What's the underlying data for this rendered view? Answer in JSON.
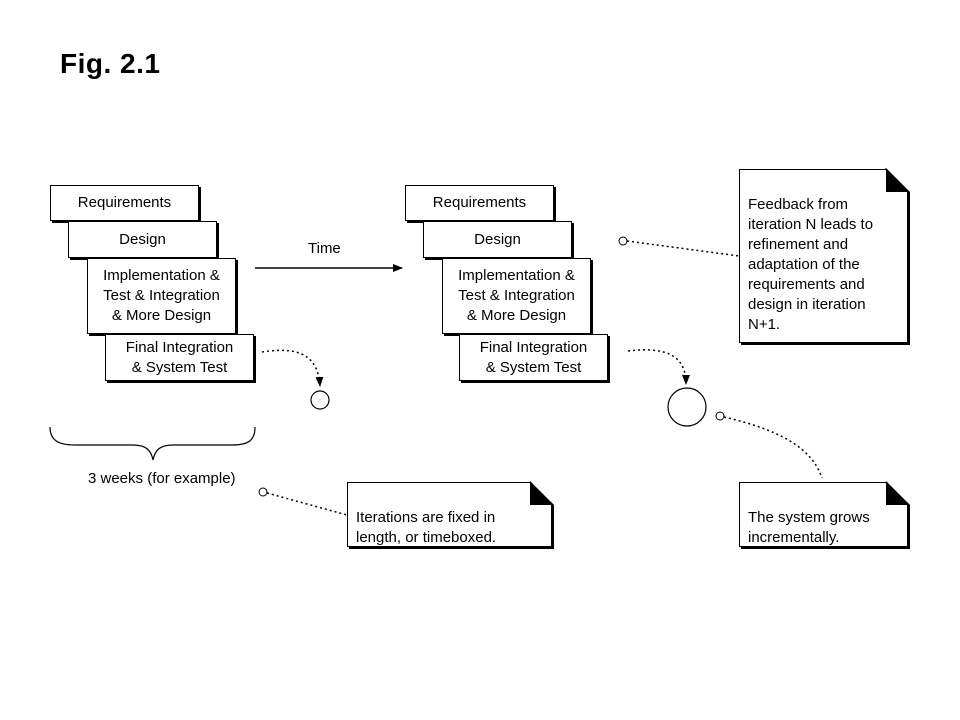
{
  "title": "Fig. 2.1",
  "iteration_left": {
    "requirements": "Requirements",
    "design": "Design",
    "implementation": "Implementation &\nTest & Integration\n& More Design",
    "final": "Final Integration\n& System Test"
  },
  "iteration_right": {
    "requirements": "Requirements",
    "design": "Design",
    "implementation": "Implementation &\nTest & Integration\n& More Design",
    "final": "Final Integration\n& System Test"
  },
  "time_label": "Time",
  "duration_label": "3 weeks (for example)",
  "notes": {
    "feedback": "Feedback from\niteration N leads to\nrefinement and\nadaptation of the\nrequirements and\ndesign in iteration\nN+1.",
    "timeboxed": "Iterations are fixed in\nlength, or timeboxed.",
    "grows": "The system grows\nincrementally."
  }
}
